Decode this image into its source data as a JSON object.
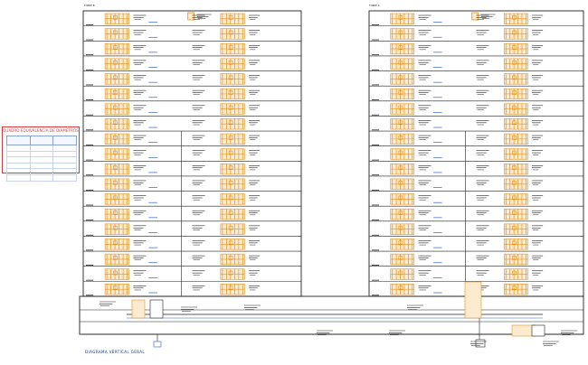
{
  "legend": {
    "title": "QUADRO EQUIVALENCIA DE DIAMETROS",
    "headers": [
      "",
      "",
      ""
    ],
    "rows": [
      [
        "",
        "",
        ""
      ],
      [
        "",
        "",
        ""
      ],
      [
        "",
        "",
        ""
      ],
      [
        "",
        "",
        ""
      ],
      [
        "",
        "",
        ""
      ],
      [
        "",
        "",
        ""
      ]
    ]
  },
  "towers": {
    "left_label": "TORRE B",
    "right_label": "TORRE A",
    "floor_count": 19
  },
  "caption": {
    "note": "",
    "title": "DIAGRAMA VERTICAL GERAL",
    "scale": ""
  },
  "colors": {
    "ink": "#222222",
    "pipe_orange": "#e8901f",
    "pipe_blue": "#2f5fd0",
    "fill_orange": "#fdebd0",
    "legend_red": "#d23a3a",
    "caption_blue": "#1a3a8a"
  }
}
